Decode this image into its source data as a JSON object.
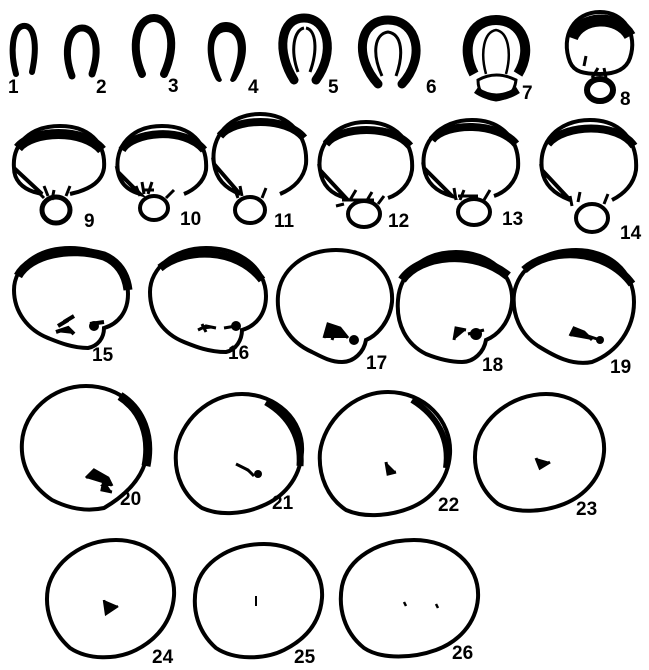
{
  "figure": {
    "background": "#ffffff",
    "ink": "#000000",
    "sections": [
      {
        "label": "1"
      },
      {
        "label": "2"
      },
      {
        "label": "3"
      },
      {
        "label": "4"
      },
      {
        "label": "5"
      },
      {
        "label": "6"
      },
      {
        "label": "7"
      },
      {
        "label": "8"
      },
      {
        "label": "9"
      },
      {
        "label": "10"
      },
      {
        "label": "11"
      },
      {
        "label": "12"
      },
      {
        "label": "13"
      },
      {
        "label": "14"
      },
      {
        "label": "15"
      },
      {
        "label": "16"
      },
      {
        "label": "17"
      },
      {
        "label": "18"
      },
      {
        "label": "19"
      },
      {
        "label": "20"
      },
      {
        "label": "21"
      },
      {
        "label": "22"
      },
      {
        "label": "23"
      },
      {
        "label": "24"
      },
      {
        "label": "25"
      },
      {
        "label": "26"
      }
    ]
  }
}
